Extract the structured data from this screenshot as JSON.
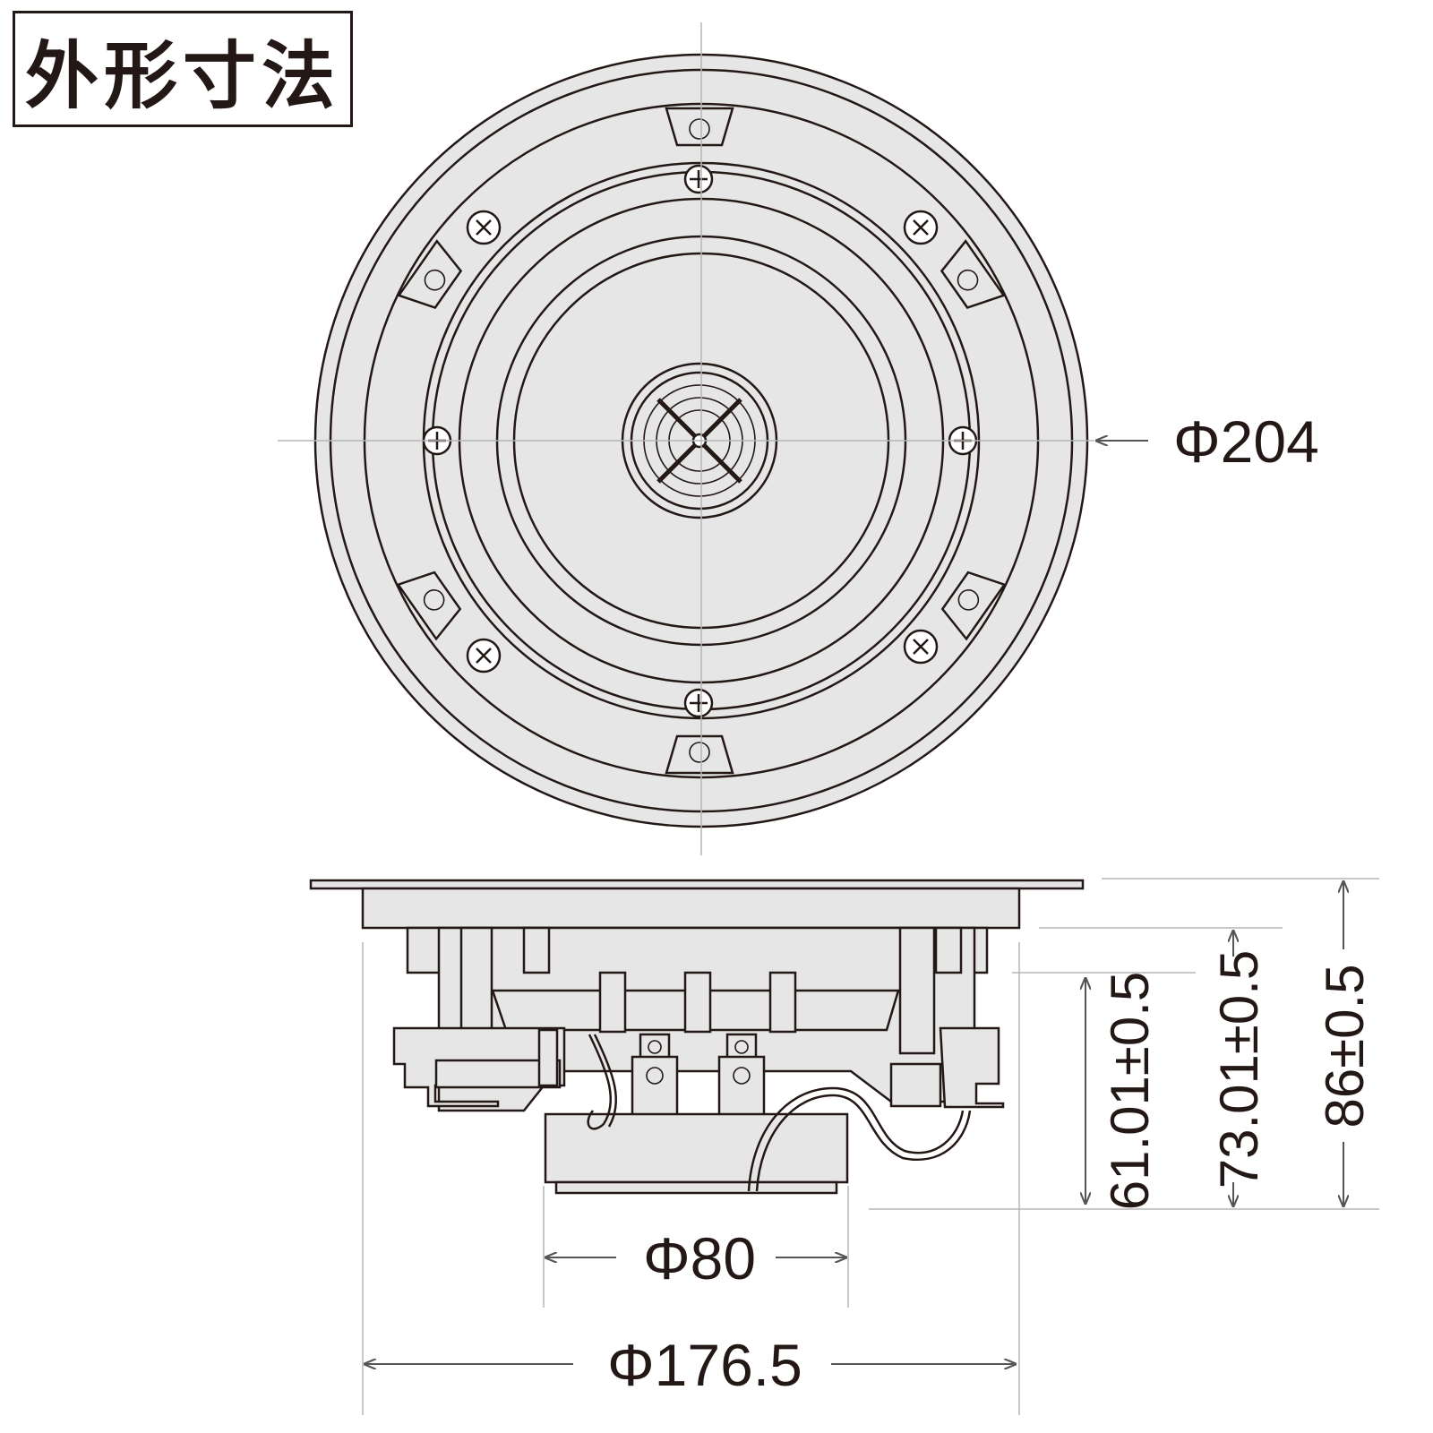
{
  "title": "外形寸法",
  "dimensions": {
    "outer_diameter": "Φ204",
    "cutout_diameter": "Φ176.5",
    "magnet_diameter": "Φ80",
    "depth_total": "86±0.5",
    "depth_mid": "73.01±0.5",
    "depth_inner": "61.01±0.5"
  },
  "colors": {
    "line": "#231815",
    "part_fill": "#e6e6e6",
    "guide": "#b5b5b5"
  }
}
